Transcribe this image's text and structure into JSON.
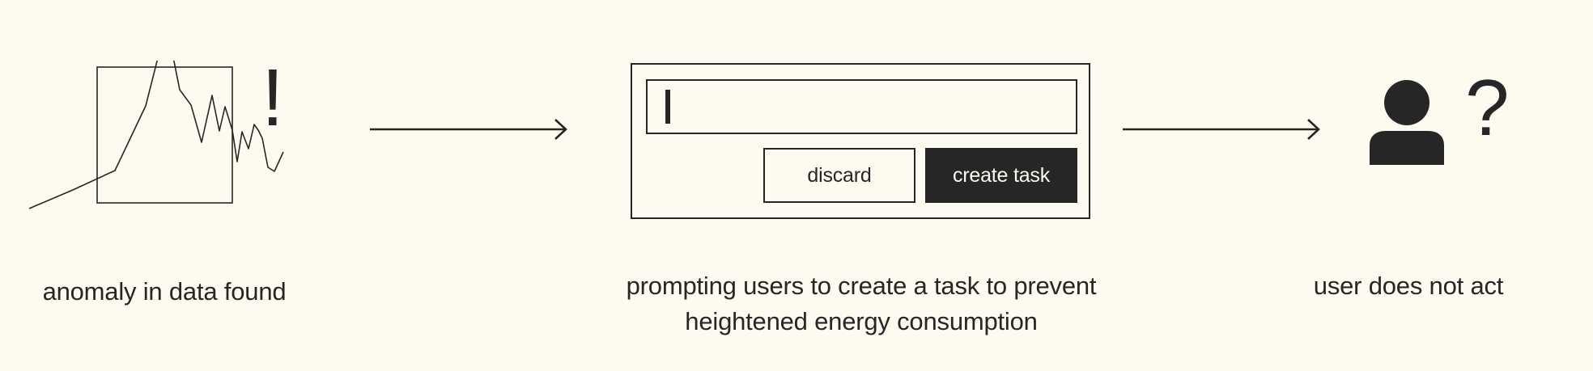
{
  "steps": [
    {
      "caption_lines": [
        "anomaly in data found"
      ],
      "icon": "anomaly-line-chart-icon",
      "alert_glyph": "!"
    },
    {
      "caption_lines": [
        "prompting users to create a task to prevent",
        "heightened energy consumption"
      ],
      "dialog": {
        "input_value": "",
        "discard_label": "discard",
        "create_label": "create task"
      }
    },
    {
      "caption_lines": [
        "user does not act"
      ],
      "icon": "user-icon",
      "question_glyph": "?"
    }
  ],
  "arrows": [
    "arrow-right-icon",
    "arrow-right-icon"
  ],
  "colors": {
    "background": "#fdfbf0",
    "ink": "#262626"
  }
}
